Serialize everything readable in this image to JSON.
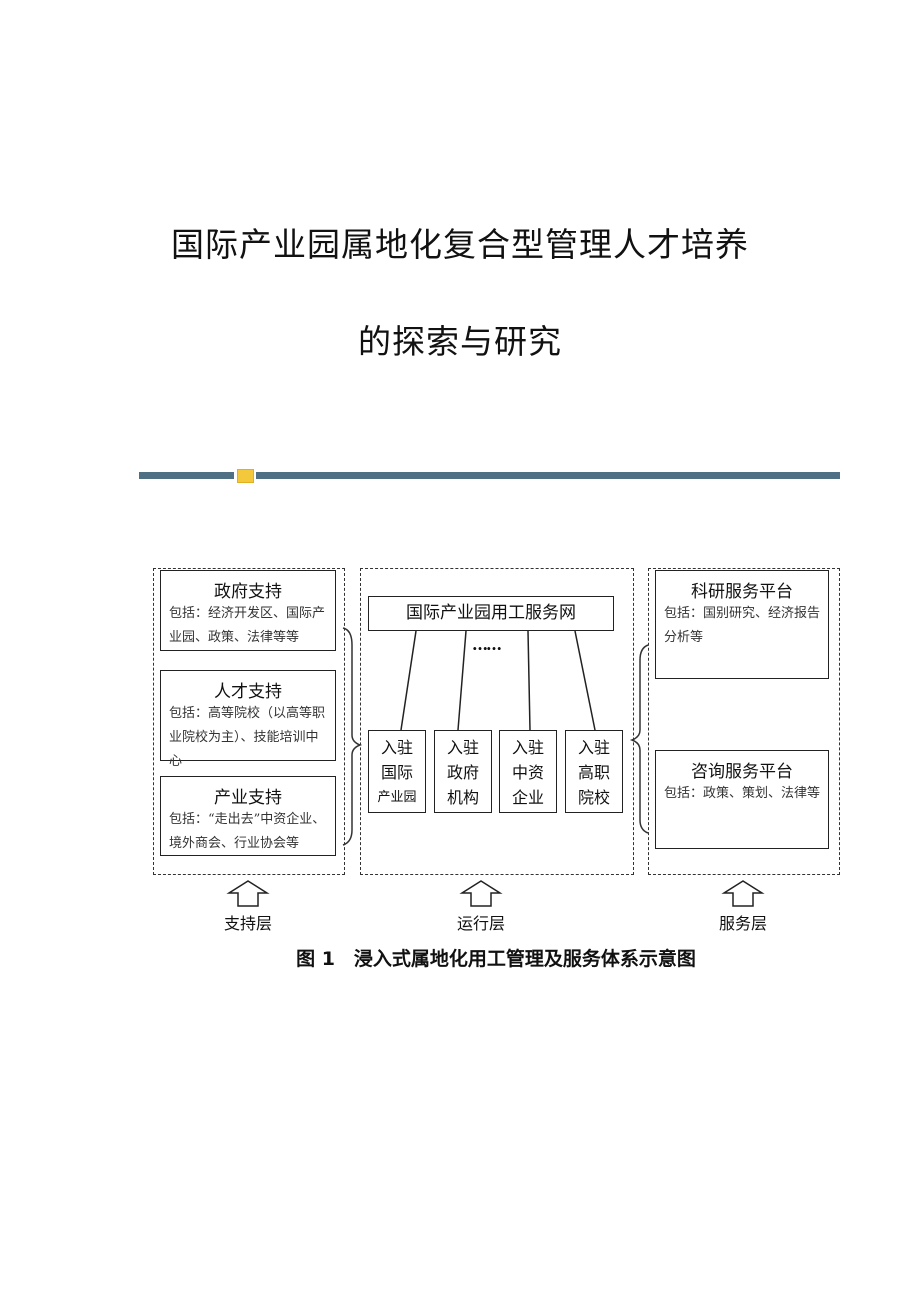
{
  "title": {
    "line1": "国际产业园属地化复合型管理人才培养",
    "line2": "的探索与研究"
  },
  "figure": {
    "left": [
      {
        "heading": "政府支持",
        "text": "包括：经济开发区、国际产业园、政策、法律等等"
      },
      {
        "heading": "人才支持",
        "text": "包括：高等院校（以高等职业院校为主）、技能培训中心"
      },
      {
        "heading": "产业支持",
        "text": "包括：“走出去”中资企业、境外商会、行业协会等"
      }
    ],
    "center": {
      "top": "国际产业园用工服务网",
      "dots": "……",
      "items": [
        [
          "入驻",
          "国际",
          "产业园"
        ],
        [
          "入驻",
          "政府",
          "机构"
        ],
        [
          "入驻",
          "中资",
          "企业"
        ],
        [
          "入驻",
          "高职",
          "院校"
        ]
      ]
    },
    "right": [
      {
        "heading": "科研服务平台",
        "text": "包括：国别研究、经济报告分析等"
      },
      {
        "heading": "咨询服务平台",
        "text": "包括：政策、策划、法律等"
      }
    ],
    "layers": [
      "支持层",
      "运行层",
      "服务层"
    ],
    "caption": "图 1　浸入式属地化用工管理及服务体系示意图"
  }
}
